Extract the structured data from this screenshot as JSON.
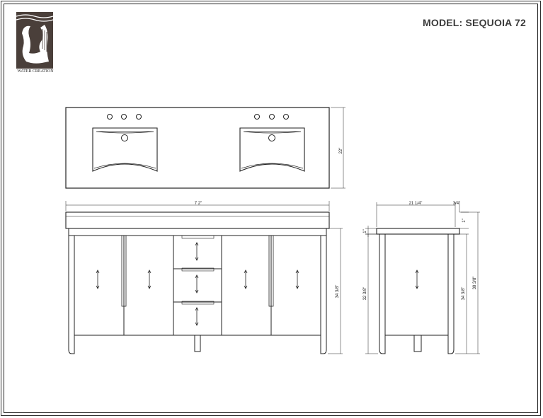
{
  "header": {
    "model_label": "MODEL: SEQUOIA 72",
    "brand_text": "WATER CREATION"
  },
  "dimensions": {
    "top_depth": "22\"",
    "overall_width": "7 2\"",
    "side_depth": "21 1/4\"",
    "overhang": "3/4\"",
    "top_thickness_front": "1\"",
    "top_thickness_side": "1\"",
    "cabinet_height_front": "34 3/8\"",
    "cabinet_height_side_left": "32 3/8\"",
    "cabinet_height_side_right": "34 3/8\"",
    "overall_height": "38 3/8\""
  },
  "colors": {
    "line": "#222222",
    "logo_bg": "#4a3f3a",
    "title": "#3b3b3b"
  }
}
